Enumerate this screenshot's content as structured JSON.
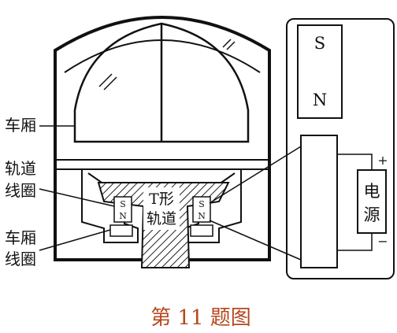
{
  "labels": {
    "carriage": "车厢",
    "track_coil_line1": "轨道",
    "track_coil_line2": "线圈",
    "carriage_coil_line1": "车厢",
    "carriage_coil_line2": "线圈",
    "t_track_line1": "T形",
    "t_track_line2": "轨道",
    "power_line1": "电",
    "power_line2": "源",
    "plus": "+",
    "minus": "−",
    "magnet_s": "S",
    "magnet_n": "N",
    "coil_left_s": "S",
    "coil_left_n": "N",
    "coil_right_s": "S",
    "coil_right_n": "N"
  },
  "caption": "第 11 题图",
  "colors": {
    "line": "#111111",
    "caption": "#b5481f"
  }
}
